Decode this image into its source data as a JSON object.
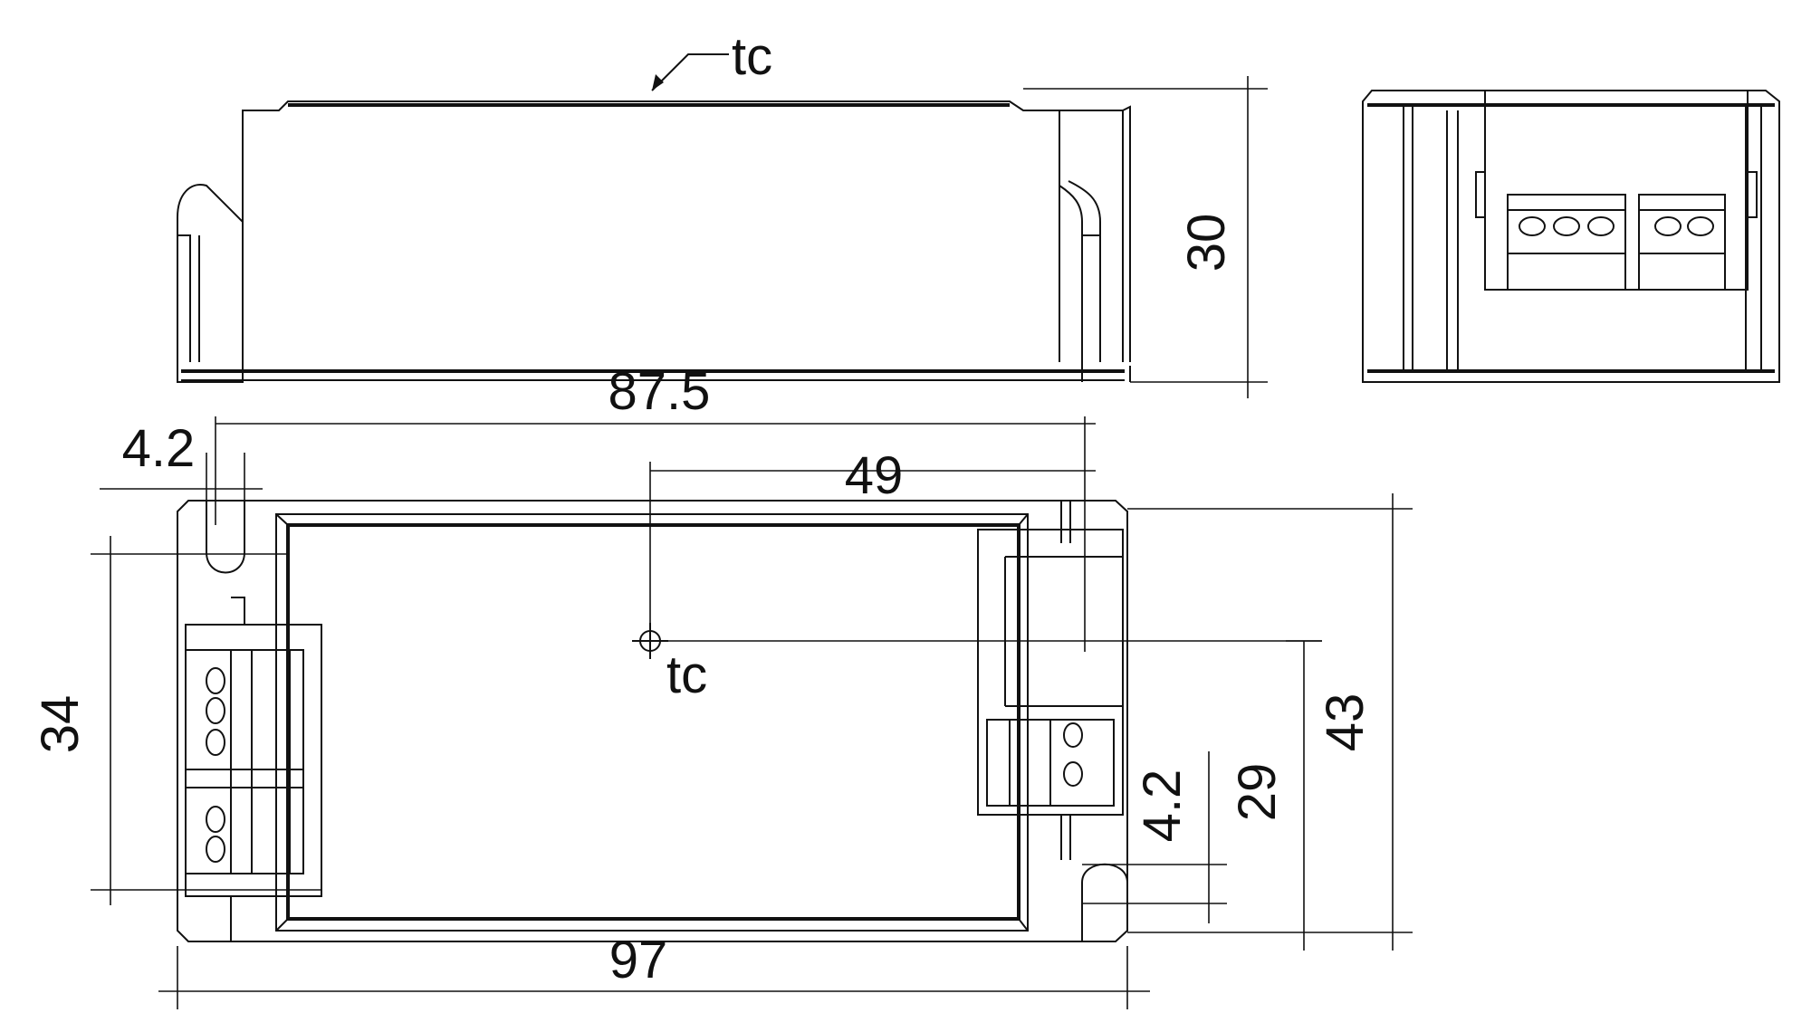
{
  "labels": {
    "tc_side": "tc",
    "tc_top": "tc",
    "height": "30",
    "length_hole_spacing": "87.5",
    "hole_offset_left": "4.2",
    "tc_offset": "49",
    "width_inner": "34",
    "width_total": "43",
    "width_right": "29",
    "hole_offset_right": "4.2",
    "length_total": "97"
  }
}
